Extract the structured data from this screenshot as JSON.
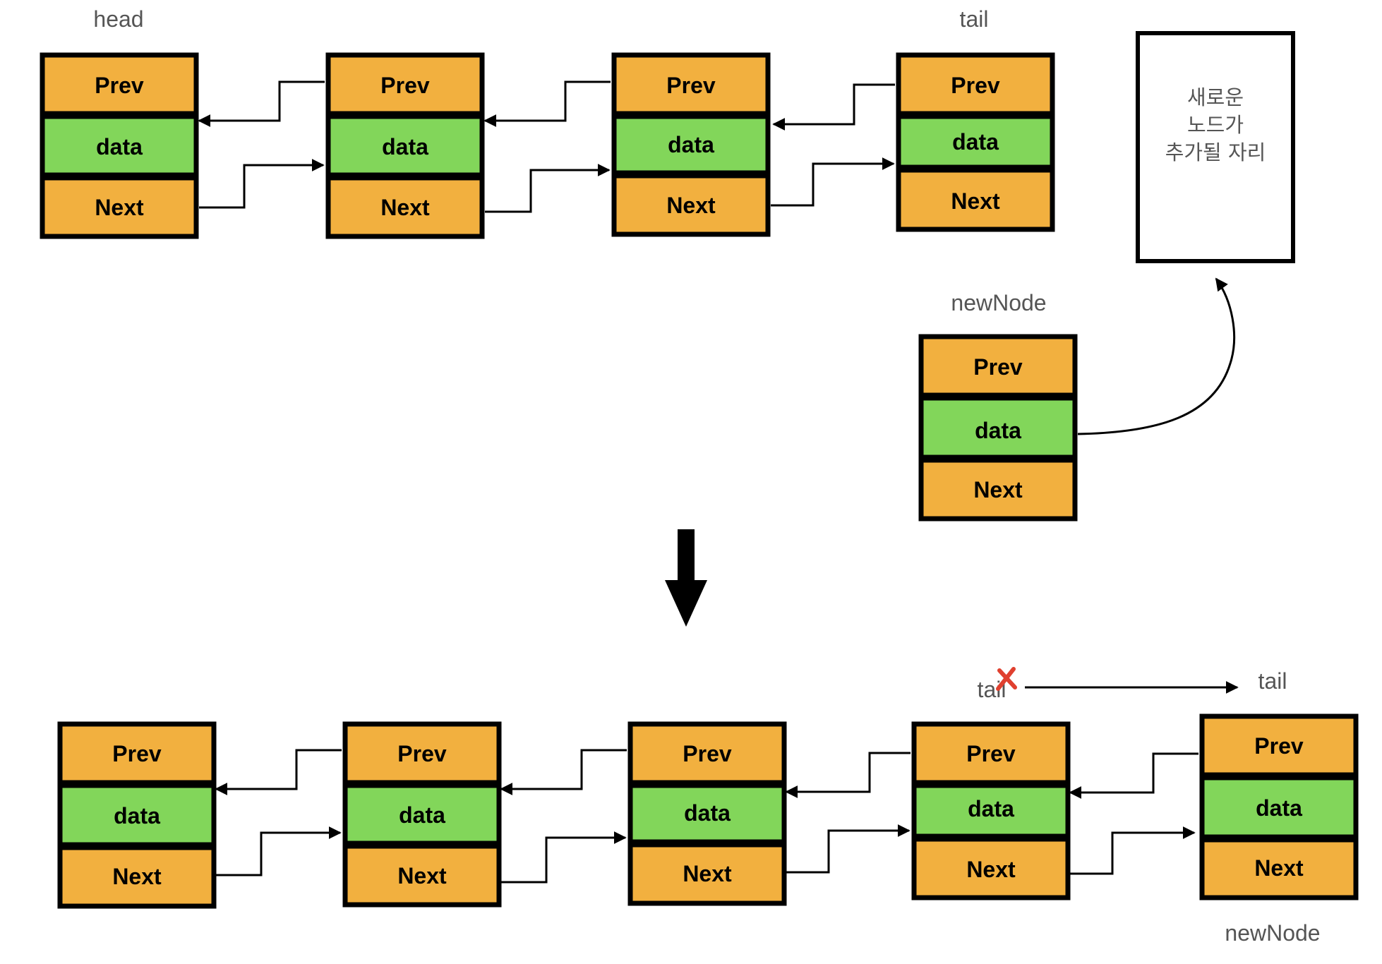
{
  "node_fields": {
    "prev": "Prev",
    "data": "data",
    "next": "Next"
  },
  "labels": {
    "head": "head",
    "tail": "tail",
    "new_node": "newNode",
    "placeholder_line1": "새로운",
    "placeholder_line2": "노드가",
    "placeholder_line3": "추가될 자리",
    "old_tail": "tail",
    "new_tail": "tail",
    "new_node_bottom": "newNode"
  },
  "colors": {
    "field_prev_next": "#F2B03F",
    "field_data": "#82D65A",
    "strike_mark": "#E0402F",
    "label_text": "#555555"
  }
}
